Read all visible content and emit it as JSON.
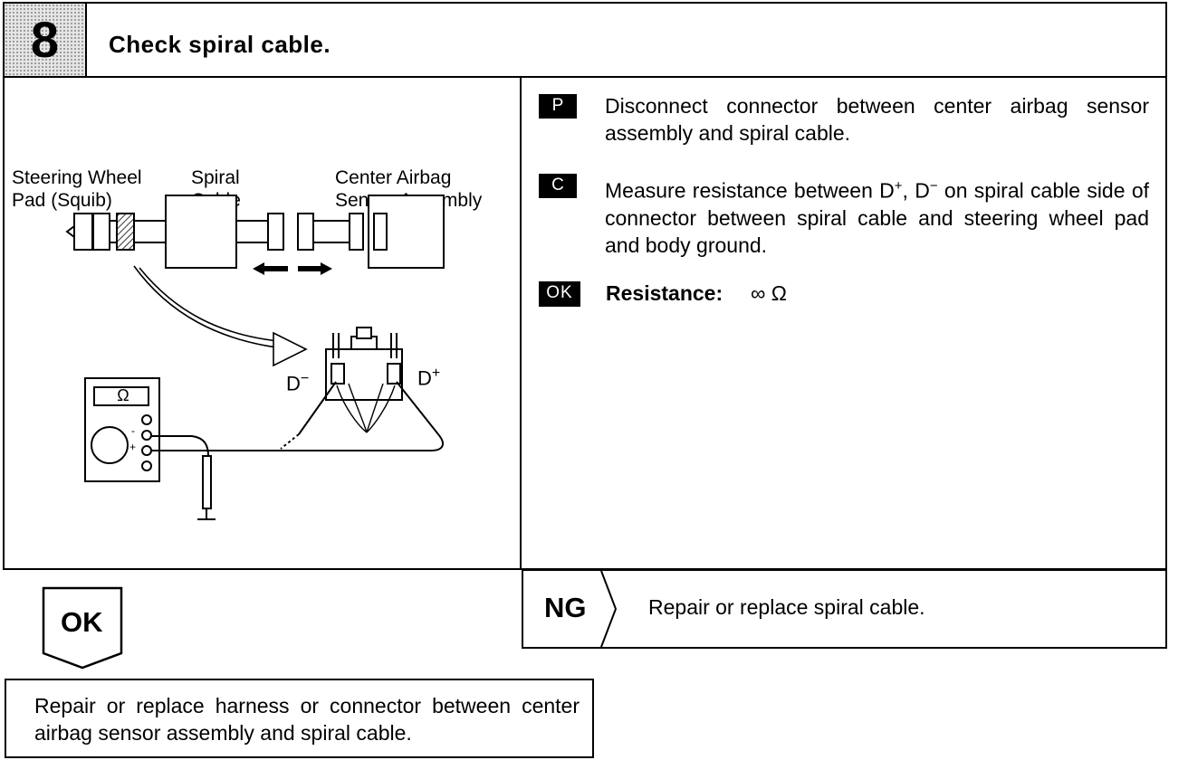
{
  "header": {
    "step_number": "8",
    "title": "Check spiral cable."
  },
  "diagram": {
    "label_pad_line1": "Steering Wheel",
    "label_pad_line2": "Pad (Squib)",
    "label_spiral_line1": "Spiral",
    "label_spiral_line2": "Cable",
    "label_sensor_line1": "Center Airbag",
    "label_sensor_line2": "Sensor Assembly",
    "meter_symbol": "Ω",
    "meter_minus": "-",
    "meter_plus": "+",
    "terminal_d_minus": "D",
    "terminal_d_minus_sign": "−",
    "terminal_d_plus": "D",
    "terminal_d_plus_sign": "+"
  },
  "instructions": [
    {
      "badge": "P",
      "text": "Disconnect connector between center airbag sensor assembly and spiral cable."
    },
    {
      "badge": "C",
      "text_html_parts": [
        "Measure resistance between D",
        "+",
        ", D",
        "−",
        " on spiral cable side of connector between spiral cable and steering wheel pad and body ground."
      ]
    },
    {
      "badge": "OK",
      "label": "Resistance:",
      "value": "∞ Ω"
    }
  ],
  "ng": {
    "label": "NG",
    "text": "Repair or replace spiral cable."
  },
  "ok": {
    "label": "OK",
    "text": "Repair or replace harness or connector between center airbag sensor assembly and spiral cable."
  },
  "colors": {
    "ink": "#000000",
    "paper": "#ffffff",
    "step_shade": "#e6e6e6"
  }
}
